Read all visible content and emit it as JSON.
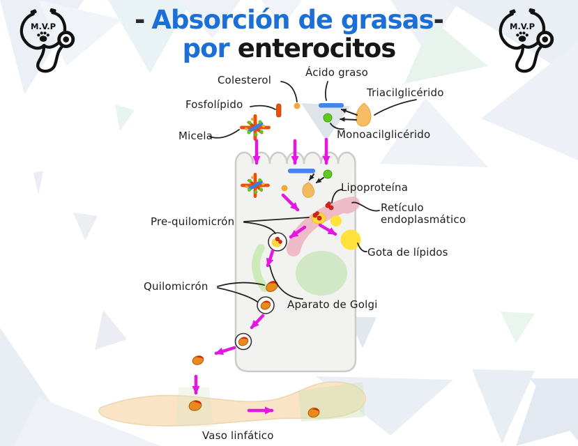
{
  "title": {
    "dash_left": "-",
    "line1": "Absorción de grasas",
    "dash_right": "-",
    "line2_blue": "por",
    "line2_dark": "enterocitos"
  },
  "logo": {
    "text": "M.V.P"
  },
  "labels": {
    "colesterol": "Colesterol",
    "acido_graso": "Ácido graso",
    "fosfolipido": "Fosfolípido",
    "triacilglicerido": "Triacilglicérido",
    "micela": "Micela",
    "monoacilglicerido": "Monoacilglicérido",
    "lipoproteina": "Lipoproteína",
    "reticulo_line1": "Retículo",
    "reticulo_line2": "endoplasmático",
    "prequilomicron": "Pre-quilomicrón",
    "gota_lipidos": "Gota de lípidos",
    "quilomicron": "Quilomicrón",
    "aparato_golgi": "Aparato de Golgi",
    "vaso_linfatico": "Vaso linfático"
  },
  "colors": {
    "title_blue": "#1b6fd6",
    "text_dark": "#1c1c1c",
    "arrow_magenta": "#e217e2",
    "pointer_black": "#222222",
    "cell_fill": "#f2f2f0",
    "cell_stroke": "#cbcbc9",
    "er_pink": "#efb4c4",
    "nucleus_green": "#d0e8c5",
    "golgi_green": "#cfeab9",
    "lipid_yellow": "#ffe23c",
    "preq_yellow": "#ffd83c",
    "quilomicron_orange": "#ea8a1c",
    "lipoprotein_red": "#d8250e",
    "fatty_acid_blue": "#4285e8",
    "mag_green": "#5fc71e",
    "phospholipid_orange": "#e8500e",
    "cholesterol_orange": "#f2a93c",
    "tag_sand": "#f6bd64",
    "vessel_peach": "#f9e4c5",
    "logo_black": "#111111"
  }
}
